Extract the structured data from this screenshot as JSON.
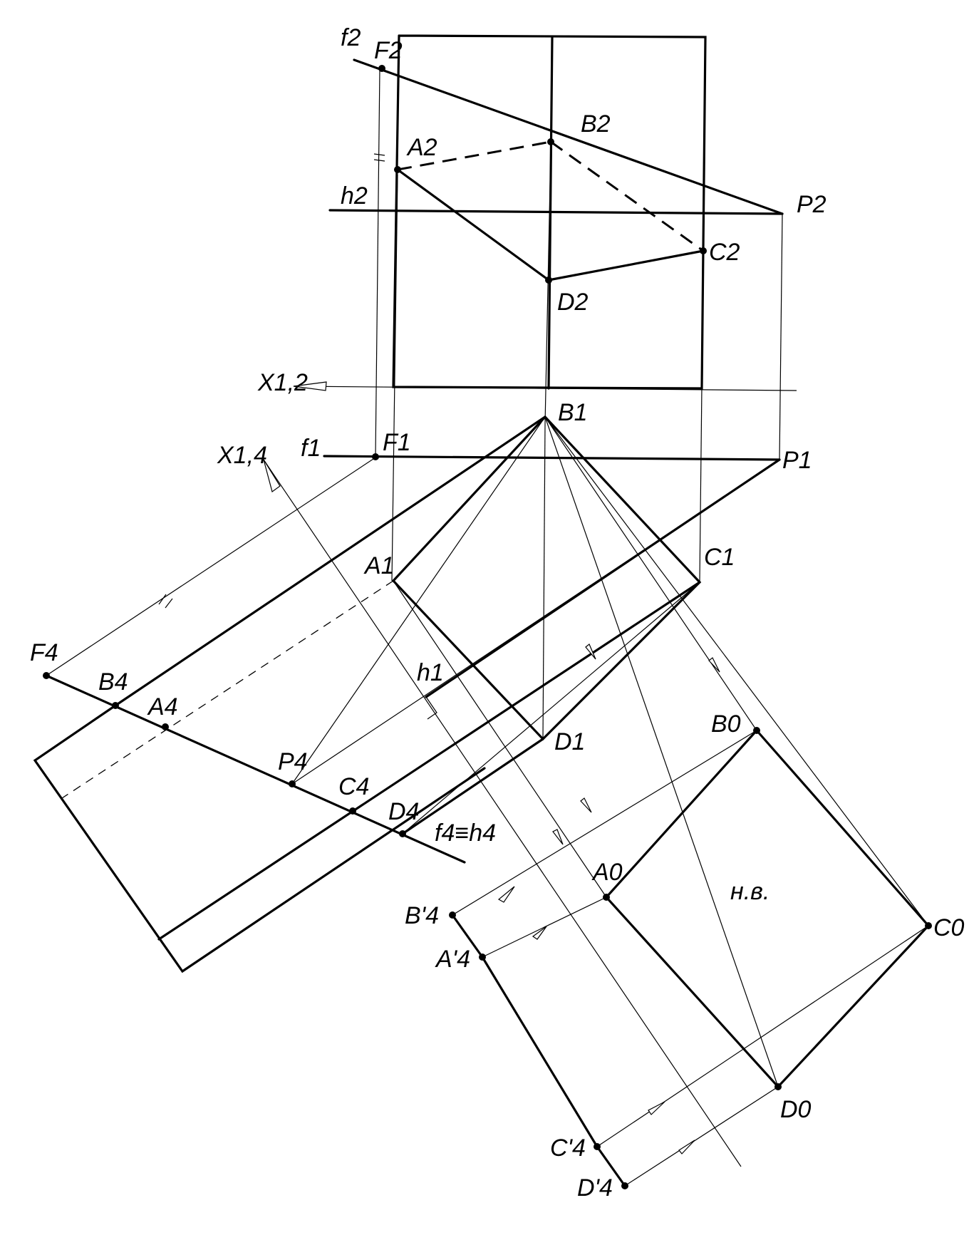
{
  "labels": {
    "f2": "f2",
    "F2": "F2",
    "A2": "A2",
    "B2": "B2",
    "C2": "C2",
    "D2": "D2",
    "h2": "h2",
    "P2": "P2",
    "x12": "X1,2",
    "x14": "X1,4",
    "B1": "B1",
    "f1": "f1",
    "F1": "F1",
    "P1": "P1",
    "A1": "A1",
    "C1": "C1",
    "D1": "D1",
    "h1": "h1",
    "F4": "F4",
    "B4": "B4",
    "A4": "A4",
    "P4": "P4",
    "C4": "C4",
    "D4": "D4",
    "f4h4": "f4≡h4",
    "B0": "B0",
    "A0": "A0",
    "C0": "C0",
    "D0": "D0",
    "Bp4": "B'4",
    "Ap4": "A'4",
    "Cp4": "C'4",
    "Dp4": "D'4",
    "tv": "н.в."
  }
}
